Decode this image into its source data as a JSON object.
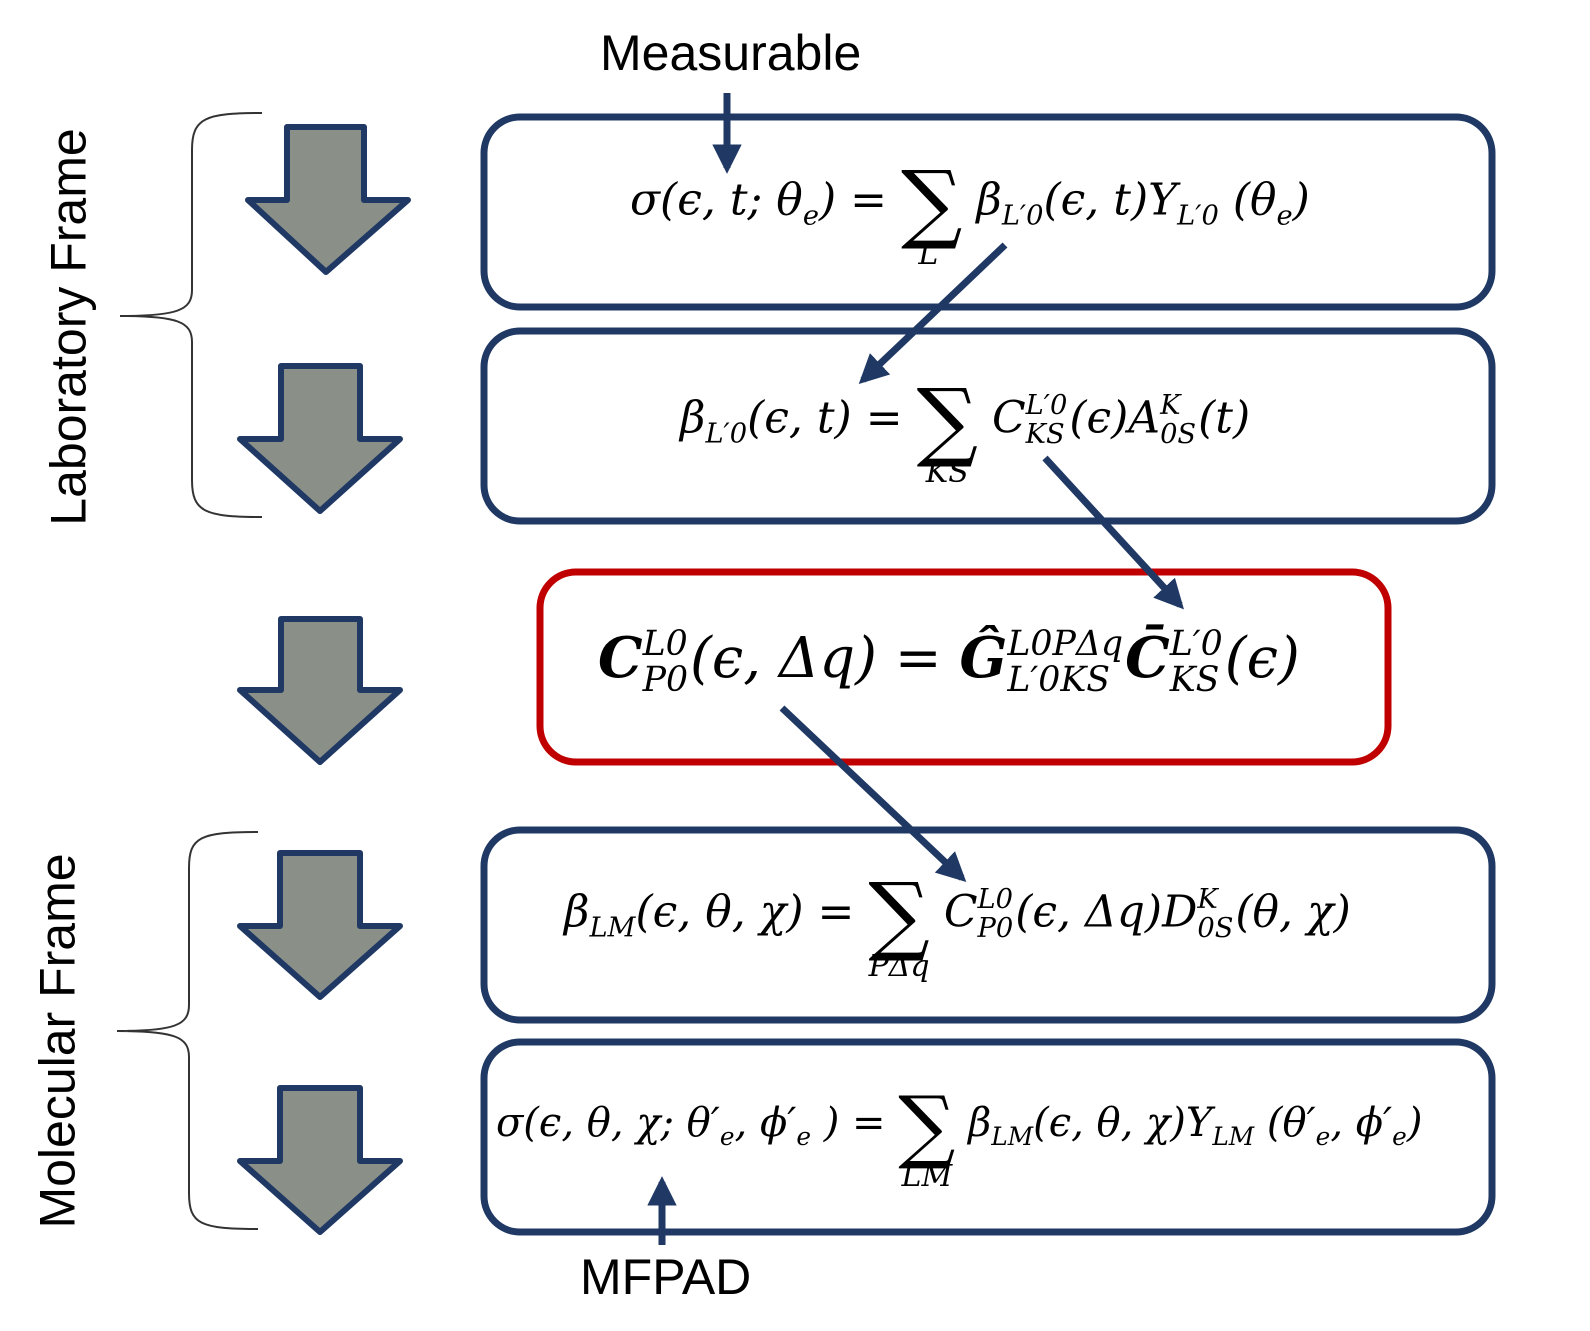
{
  "labels": {
    "measurable": "Measurable",
    "mfpad": "MFPAD",
    "laboratory_frame": "Laboratory Frame",
    "molecular_frame": "Molecular  Frame"
  },
  "equations": {
    "eq1": {
      "lhs": "σ(ϵ, t; θ",
      "lhs_sub": "e",
      "lhs_end": ") =",
      "sum_under": "L′",
      "beta": "β",
      "beta_sub": "L′0",
      "args": "(ϵ, t)",
      "y": "Y",
      "y_sub": "L′0",
      "tail": " (θ",
      "tail_sub": "e",
      "tail_end": ")"
    },
    "eq2": {
      "lhs": "β",
      "lhs_sub": "L′0",
      "lhs_args": "(ϵ, t) =",
      "sum_under": "KS",
      "c": "C",
      "c_sup": "L′0",
      "c_sub": "KS",
      "c_args": "(ϵ)",
      "a": "A",
      "a_sup": "K",
      "a_sub": "0S",
      "a_args": "(t)"
    },
    "eq3": {
      "c": "C",
      "c_sup": "L0",
      "c_sub": "P0",
      "c_args": "(ϵ, Δq) =",
      "g": "Ĝ",
      "g_sup": "L0PΔq",
      "g_sub": "L′0KS",
      "cbar": "C̄",
      "cbar_sup": "L′0",
      "cbar_sub": "KS",
      "cbar_args": "(ϵ)"
    },
    "eq4": {
      "lhs": "β",
      "lhs_sub": "LM",
      "lhs_args": "(ϵ, θ, χ) =",
      "sum_under": "PΔq",
      "c": "C",
      "c_sup": "L0",
      "c_sub": "P0",
      "c_args": "(ϵ, Δq)",
      "d": "D",
      "d_sup": "K",
      "d_sub": "0S",
      "d_args": "(θ, χ)"
    },
    "eq5": {
      "lhs": "σ(ϵ, θ, χ; θ′",
      "lhs_sub1": "e",
      "lhs_mid": ", ϕ′",
      "lhs_sub2": "e",
      "lhs_end": " ) =",
      "sum_under": "LM",
      "beta": "β",
      "beta_sub": "LM",
      "args": "(ϵ, θ, χ)",
      "y": "Y",
      "y_sub": "LM",
      "tail": " (θ′",
      "tail_sub1": "e",
      "tail_mid": ", ϕ′",
      "tail_sub2": "e",
      "tail_end": ")"
    }
  },
  "colors": {
    "box_border": "#1F3864",
    "highlight_border": "#C00000",
    "arrow_fill": "#8A9088",
    "arrow_stroke": "#1F3864",
    "connector": "#1F3864"
  },
  "icons": [
    "down-arrow-icon",
    "curly-brace-icon"
  ]
}
